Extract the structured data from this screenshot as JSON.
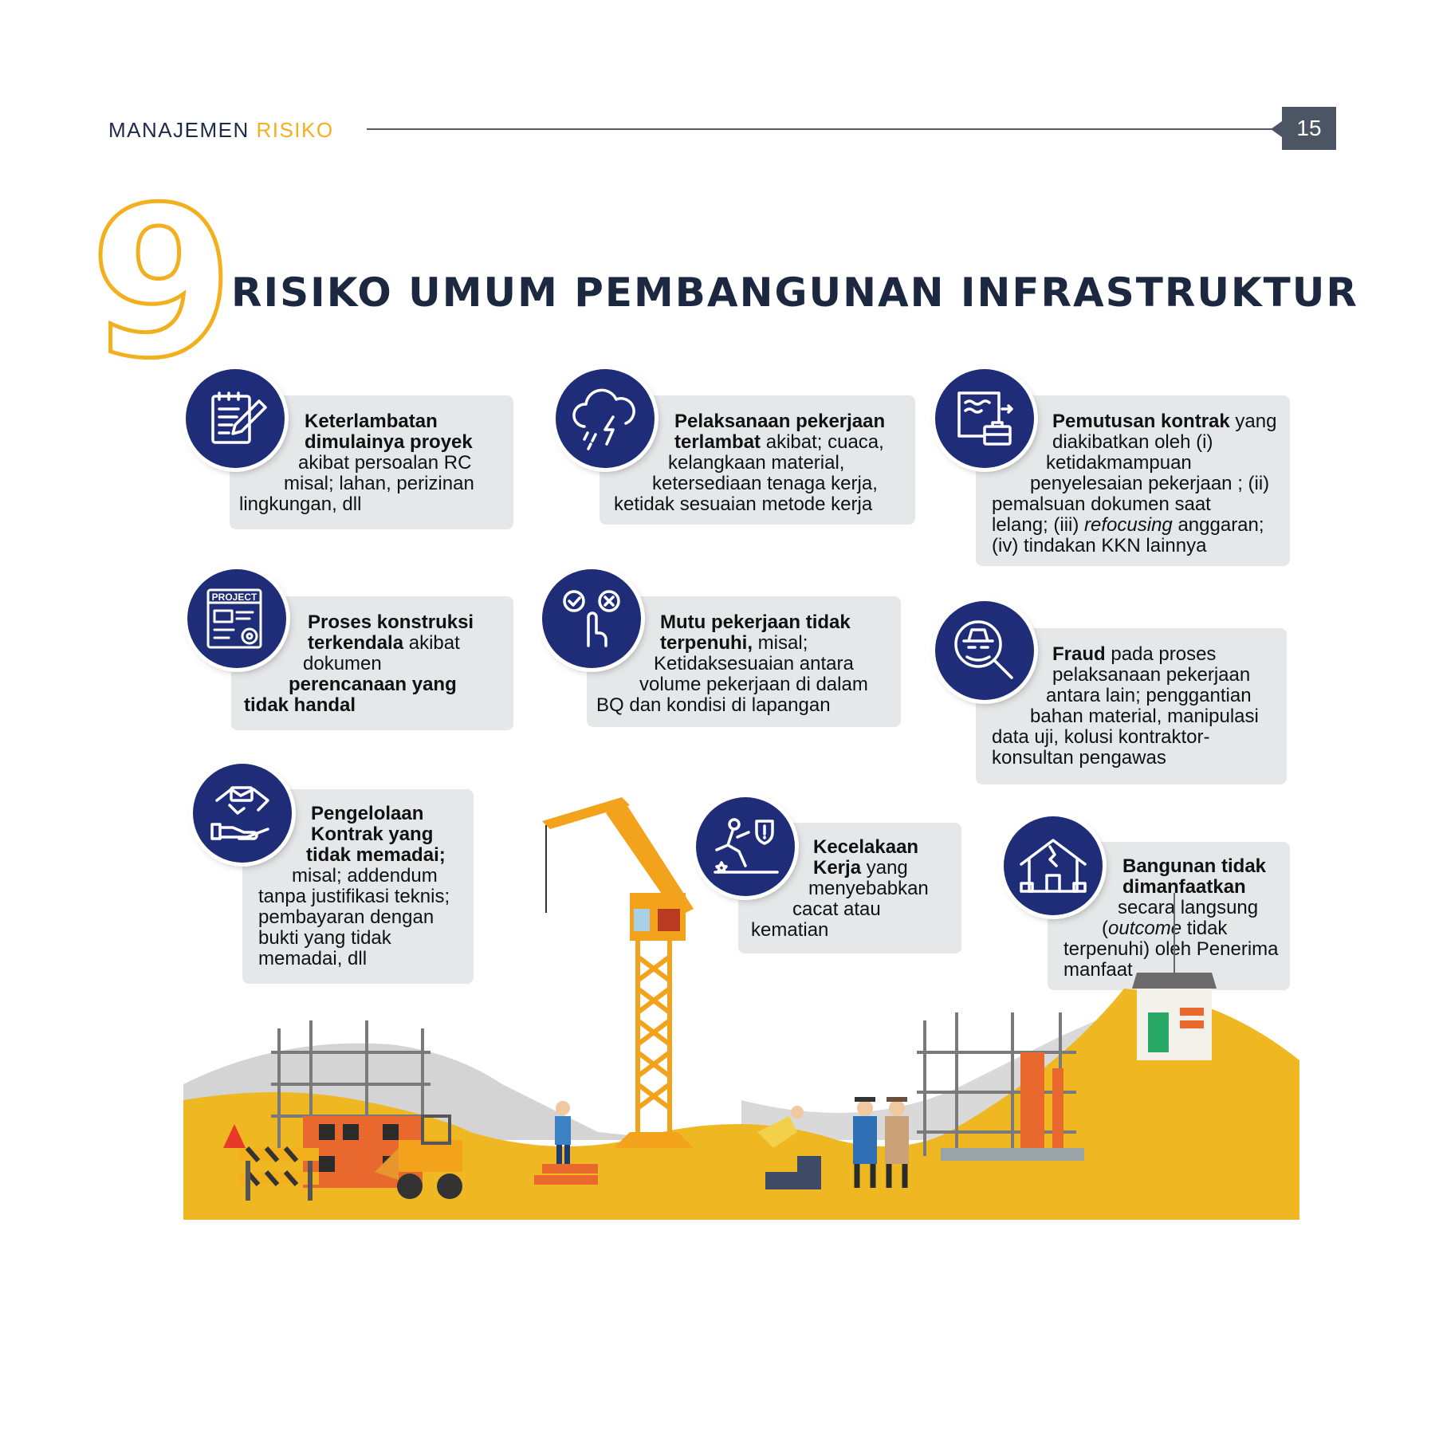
{
  "header": {
    "section_part1": "MANAJEMEN ",
    "section_part2": "RISIKO",
    "page_number": "15"
  },
  "title": {
    "number": "9",
    "text": "RISIKO UMUM PEMBANGUNAN INFRASTRUKTUR"
  },
  "colors": {
    "navy": "#1f2d78",
    "gold": "#f2b01e",
    "card_bg": "#e6e7e8",
    "title": "#1c2740"
  },
  "risks": [
    {
      "icon": "checklist-pencil-icon",
      "lines": [
        {
          "b": "Keterlambatan",
          "n": ""
        },
        {
          "b": "dimulainya proyek",
          "n": ""
        },
        {
          "b": "",
          "n": "akibat persoalan RC"
        },
        {
          "b": "",
          "n": "misal; lahan, perizinan"
        },
        {
          "b": "",
          "n": "lingkungan, dll"
        }
      ]
    },
    {
      "icon": "storm-cloud-icon",
      "lines": [
        {
          "b": "Pelaksanaan pekerjaan",
          "n": ""
        },
        {
          "b": "terlambat",
          "n": " akibat; cuaca,"
        },
        {
          "b": "",
          "n": "kelangkaan material,"
        },
        {
          "b": "",
          "n": "ketersediaan tenaga kerja,"
        },
        {
          "b": "",
          "n": "ketidak sesuaian metode kerja"
        }
      ]
    },
    {
      "icon": "contract-briefcase-icon",
      "lines": [
        {
          "b": "Pemutusan kontrak",
          "n": " yang"
        },
        {
          "b": "",
          "n": "diakibatkan oleh (i)"
        },
        {
          "b": "",
          "n": "ketidakmampuan"
        },
        {
          "b": "",
          "n": "penyelesaian pekerjaan ; (ii)"
        },
        {
          "b": "",
          "n": "pemalsuan dokumen saat"
        },
        {
          "b": "",
          "n": "lelang; (iii) ",
          "i": "refocusing",
          "n2": " anggaran;"
        },
        {
          "b": "",
          "n": "(iv) tindakan KKN lainnya"
        }
      ]
    },
    {
      "icon": "project-document-icon",
      "icon_label": "PROJECT",
      "lines": [
        {
          "b": "Proses konstruksi",
          "n": ""
        },
        {
          "b": "terkendala",
          "n": " akibat"
        },
        {
          "b": "",
          "n": "dokumen"
        },
        {
          "b": "perencanaan yang",
          "n": ""
        },
        {
          "b": "tidak handal",
          "n": ""
        }
      ]
    },
    {
      "icon": "quality-check-hand-icon",
      "lines": [
        {
          "b": "Mutu pekerjaan tidak",
          "n": ""
        },
        {
          "b": "terpenuhi,",
          "n": " misal;"
        },
        {
          "b": "",
          "n": "Ketidaksesuaian antara"
        },
        {
          "b": "",
          "n": "volume pekerjaan di dalam"
        },
        {
          "b": "",
          "n": "BQ dan kondisi di lapangan"
        }
      ]
    },
    {
      "icon": "fraud-magnifier-icon",
      "lines": [
        {
          "b": "Fraud",
          "n": " pada proses"
        },
        {
          "b": "",
          "n": "pelaksanaan pekerjaan"
        },
        {
          "b": "",
          "n": "antara lain; penggantian"
        },
        {
          "b": "",
          "n": "bahan material, manipulasi"
        },
        {
          "b": "",
          "n": "data uji, kolusi kontraktor-"
        },
        {
          "b": "",
          "n": "konsultan pengawas"
        }
      ]
    },
    {
      "icon": "handshake-money-icon",
      "lines": [
        {
          "b": "Pengelolaan",
          "n": ""
        },
        {
          "b": "Kontrak yang",
          "n": ""
        },
        {
          "b": "tidak memadai;",
          "n": ""
        },
        {
          "b": "",
          "n": "misal; addendum"
        },
        {
          "b": "",
          "n": "tanpa justifikasi teknis;"
        },
        {
          "b": "",
          "n": "pembayaran dengan"
        },
        {
          "b": "",
          "n": "bukti yang tidak"
        },
        {
          "b": "",
          "n": "memadai, dll"
        }
      ]
    },
    {
      "icon": "work-accident-icon",
      "lines": [
        {
          "b": "Kecelakaan",
          "n": ""
        },
        {
          "b": "Kerja",
          "n": " yang"
        },
        {
          "b": "",
          "n": "menyebabkan"
        },
        {
          "b": "",
          "n": "cacat atau"
        },
        {
          "b": "",
          "n": "kematian"
        }
      ]
    },
    {
      "icon": "damaged-house-icon",
      "lines": [
        {
          "b": "Bangunan tidak",
          "n": ""
        },
        {
          "b": "dimanfaatkan",
          "n": ""
        },
        {
          "b": "",
          "n": "secara langsung"
        },
        {
          "b": "",
          "n": "(",
          "i": "outcome",
          "n2": " tidak"
        },
        {
          "b": "",
          "n": "terpenuhi) oleh Penerima"
        },
        {
          "b": "",
          "n": "manfaat"
        }
      ]
    }
  ]
}
